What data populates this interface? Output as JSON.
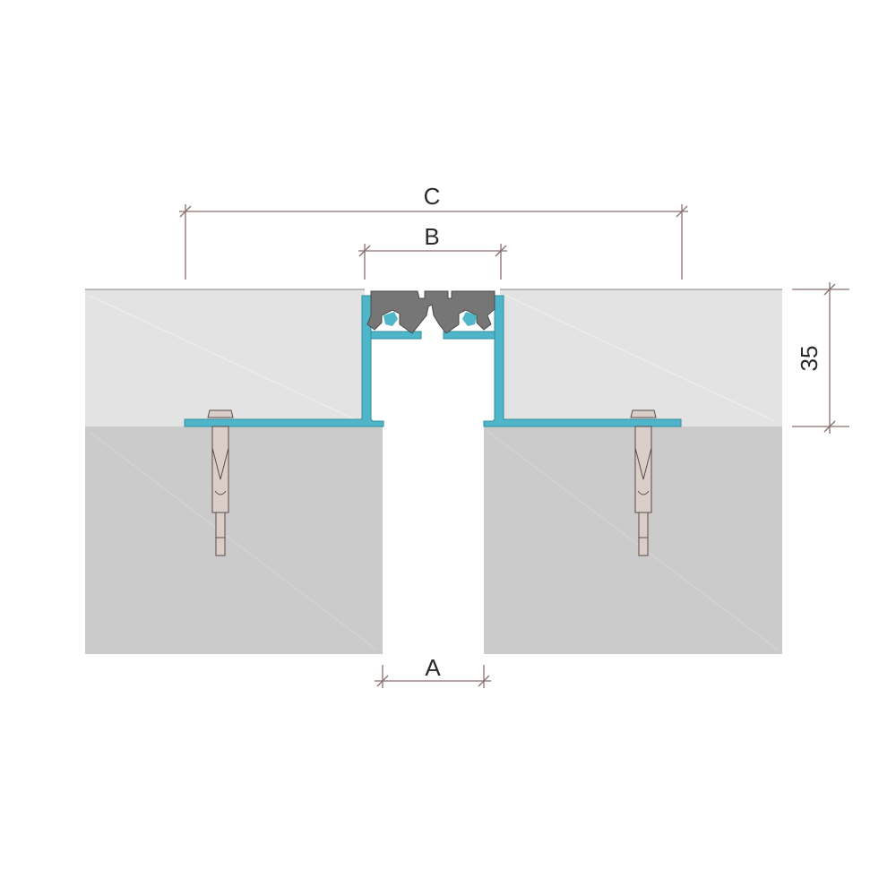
{
  "dimensions": {
    "a": "A",
    "b": "B",
    "c": "C",
    "height": "35"
  },
  "colors": {
    "background": "#ffffff",
    "screed": "#e3e3e3",
    "substrate": "#cbcbcb",
    "profile": "#4fb6c9",
    "profile_edge": "#2f8ea2",
    "rubber_insert": "#767676",
    "anchor": "#d9cfc8",
    "dimension_line": "#8a6f6f"
  }
}
